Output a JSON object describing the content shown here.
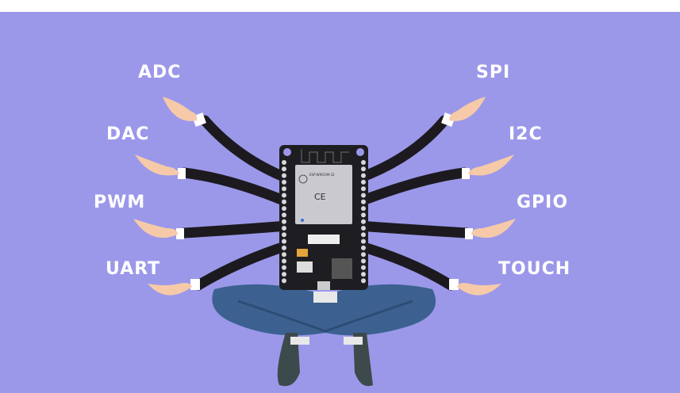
{
  "colors": {
    "background": "#9b98ea",
    "board": "#1e1e22",
    "module": "#c9c9cf",
    "arm": "#1c1a1f",
    "skin": "#f6caa8",
    "jeans": "#3c6190",
    "shoe": "#3d4a4c"
  },
  "labels_left": [
    "ADC",
    "DAC",
    "PWM",
    "UART"
  ],
  "labels_right": [
    "SPI",
    "I2C",
    "GPIO",
    "TOUCH"
  ],
  "module": {
    "name": "ESP-WROOM-32",
    "ce": "CE"
  }
}
